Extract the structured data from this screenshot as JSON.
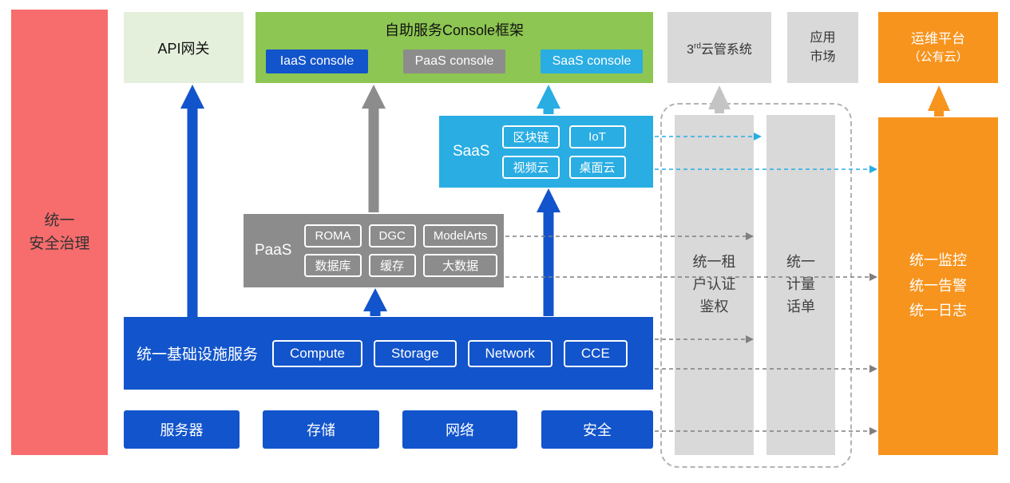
{
  "colors": {
    "blue": "#1254cb",
    "cyan": "#29ade3",
    "gray": "#8c8c8c",
    "light-gray": "#d9d9d9",
    "green": "#8dc652",
    "light-green": "#e4f0dc",
    "orange": "#f7941e",
    "red": "#f76c6c"
  },
  "security_bar": {
    "lines": [
      "统一",
      "安全治理"
    ]
  },
  "api_gateway": {
    "label": "API网关"
  },
  "console_frame": {
    "title": "自助服务Console框架",
    "buttons": {
      "iaas": "IaaS console",
      "paas": "PaaS console",
      "saas": "SaaS console"
    }
  },
  "third_cloud": {
    "num": "3",
    "sup": "rd",
    "rest": "云管系统"
  },
  "app_market": {
    "lines": [
      "应用",
      "市场"
    ]
  },
  "om_platform": {
    "lines": [
      "运维平台",
      "（公有云）"
    ]
  },
  "saas": {
    "label": "SaaS",
    "chips": [
      "区块链",
      "IoT",
      "视频云",
      "桌面云"
    ]
  },
  "paas": {
    "label": "PaaS",
    "chips": [
      "ROMA",
      "DGC",
      "ModelArts",
      "数据库",
      "缓存",
      "大数据"
    ]
  },
  "infra": {
    "label": "统一基础设施服务",
    "chips": [
      "Compute",
      "Storage",
      "Network",
      "CCE"
    ]
  },
  "resources": [
    "服务器",
    "存储",
    "网络",
    "安全"
  ],
  "auth_bar": {
    "lines": [
      "统一租",
      "户认证",
      "鉴权"
    ]
  },
  "metering_bar": {
    "lines": [
      "统一",
      "计量",
      "话单"
    ]
  },
  "monitor_box": {
    "lines": [
      "统一监控",
      "统一告警",
      "统一日志"
    ]
  }
}
